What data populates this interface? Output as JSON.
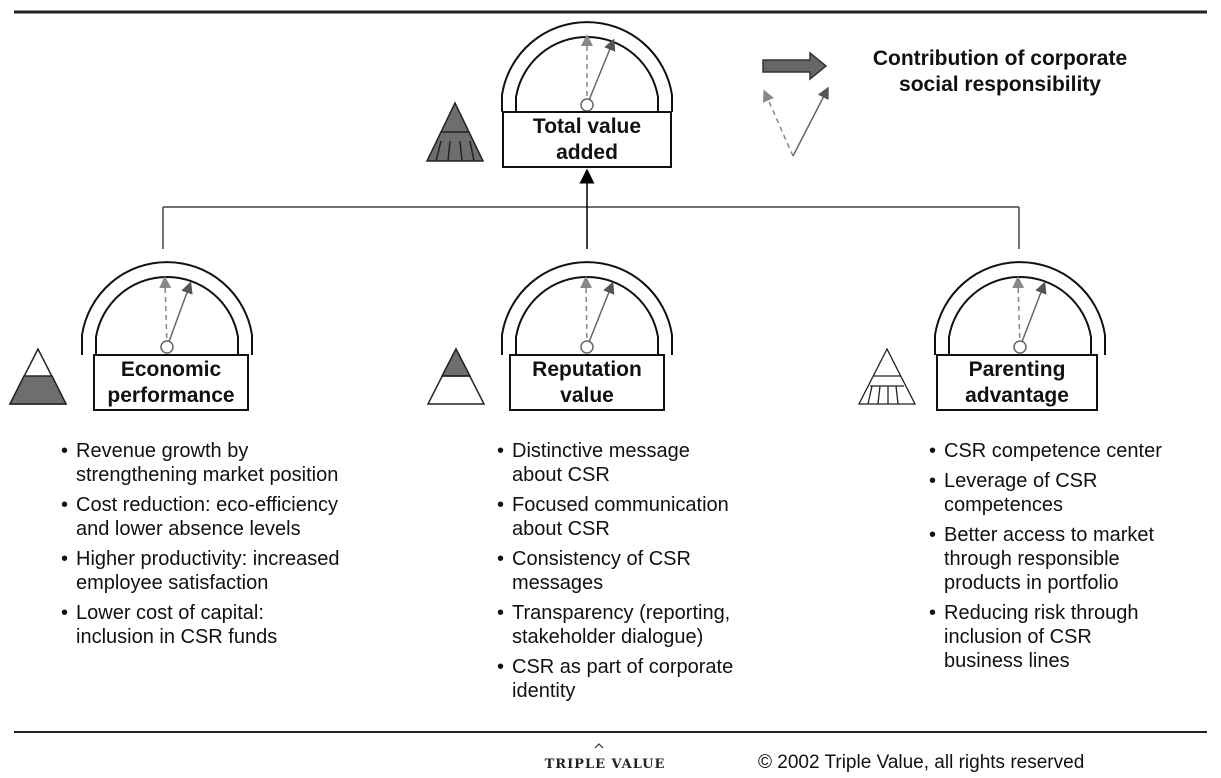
{
  "legend": {
    "line1": "Contribution of corporate",
    "line2": "social responsibility"
  },
  "top_gauge": {
    "line1": "Total value",
    "line2": "added"
  },
  "pillars": [
    {
      "line1": "Economic",
      "line2": "performance",
      "bullets": [
        [
          "Revenue growth by",
          "strengthening market position"
        ],
        [
          "Cost reduction: eco-efficiency",
          "and lower absence levels"
        ],
        [
          "Higher productivity: increased",
          "employee satisfaction"
        ],
        [
          "Lower cost of capital:",
          "inclusion in CSR funds"
        ]
      ]
    },
    {
      "line1": "Reputation",
      "line2": "value",
      "bullets": [
        [
          "Distinctive message",
          "about CSR"
        ],
        [
          "Focused communication",
          "about CSR"
        ],
        [
          "Consistency of CSR",
          "messages"
        ],
        [
          "Transparency (reporting,",
          "stakeholder dialogue)"
        ],
        [
          "CSR as part of corporate",
          "identity"
        ]
      ]
    },
    {
      "line1": "Parenting",
      "line2": "advantage",
      "bullets": [
        [
          "CSR competence center"
        ],
        [
          "Leverage of CSR",
          "competences"
        ],
        [
          "Better access to market",
          "through responsible",
          "products in portfolio"
        ],
        [
          "Reducing risk through",
          "inclusion of CSR",
          "business lines"
        ]
      ]
    }
  ],
  "footer": {
    "brand": "TRIPLE VALUE",
    "copyright": "© 2002 Triple Value, all rights reserved"
  }
}
